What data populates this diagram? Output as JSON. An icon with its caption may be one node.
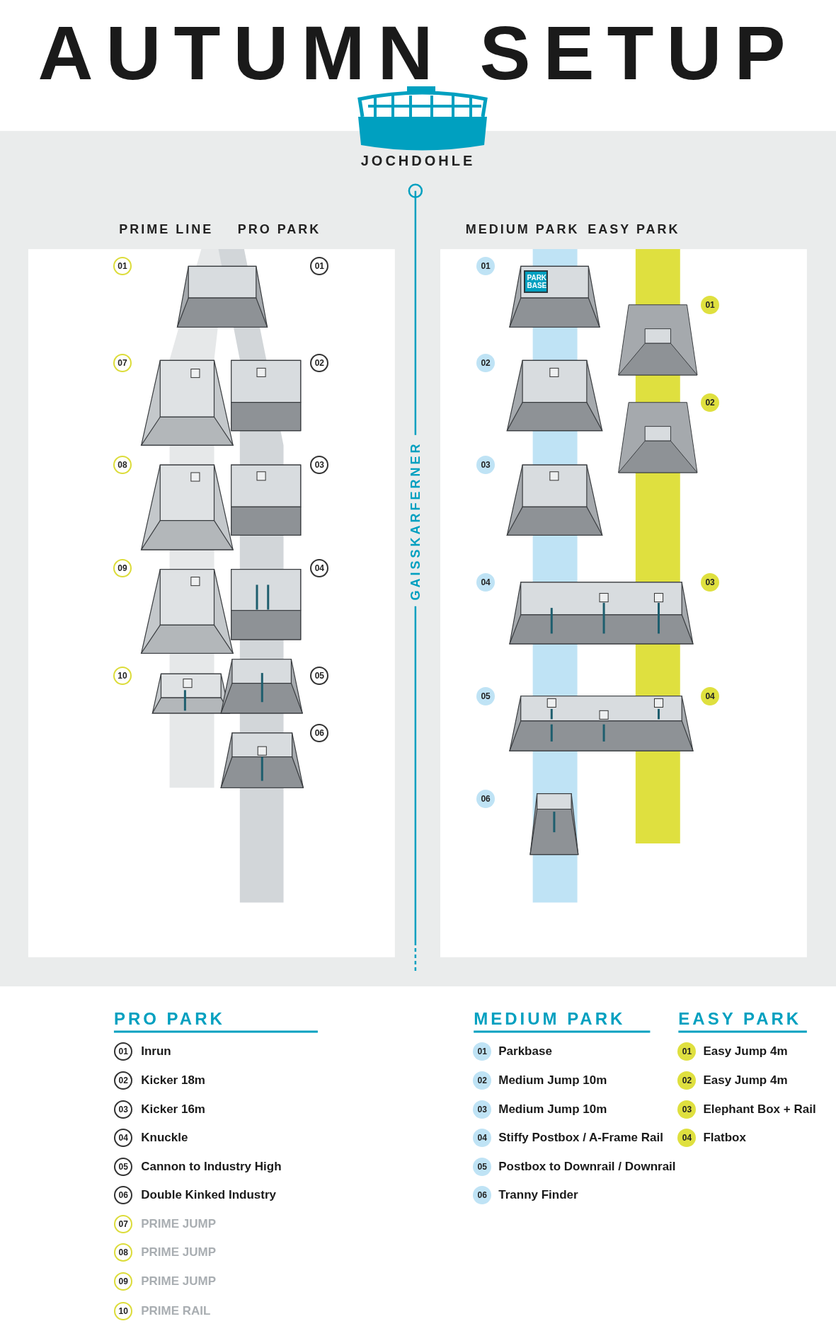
{
  "diagram": {
    "title": "AUTUMN SETUP",
    "nodes": [
      {
        "text": [
          "01"
        ]
      },
      {
        "text": [
          "01"
        ]
      },
      {
        "text": [
          "07"
        ]
      },
      {
        "text": [
          "02"
        ]
      },
      {
        "text": [
          "08"
        ]
      },
      {
        "text": [
          "03"
        ]
      },
      {
        "text": [
          "09"
        ]
      },
      {
        "text": [
          "04"
        ]
      },
      {
        "text": [
          "10"
        ]
      },
      {
        "text": [
          "05"
        ]
      },
      {
        "text": [
          "06"
        ]
      },
      {
        "text": [
          "01"
        ]
      },
      {
        "text": [
          "PARK BASE"
        ]
      },
      {
        "text": [
          "01"
        ]
      },
      {
        "text": [
          "02"
        ]
      },
      {
        "text": [
          "02"
        ]
      },
      {
        "text": [
          "03"
        ]
      },
      {
        "text": [
          "04"
        ]
      },
      {
        "text": [
          "03"
        ]
      },
      {
        "text": [
          "05"
        ]
      },
      {
        "text": [
          "04"
        ]
      },
      {
        "text": [
          "06"
        ]
      },
      {
        "text": [
          "01"
        ],
        "beside": [
          "Inrun"
        ]
      },
      {
        "text": [
          "02"
        ],
        "beside": [
          "Kicker 18m"
        ]
      },
      {
        "text": [
          "03"
        ],
        "beside": [
          "Kicker 16m"
        ]
      },
      {
        "text": [
          "04"
        ],
        "beside": [
          "Knuckle"
        ]
      },
      {
        "text": [
          "05"
        ],
        "beside": [
          "Cannon to Industry High"
        ]
      },
      {
        "text": [
          "06"
        ],
        "beside": [
          "Double Kinked Industry"
        ]
      },
      {
        "text": [
          "07"
        ],
        "beside": [
          "PRIME JUMP"
        ]
      },
      {
        "text": [
          "08"
        ],
        "beside": [
          "PRIME JUMP"
        ]
      },
      {
        "text": [
          "09"
        ],
        "beside": [
          "PRIME JUMP"
        ]
      },
      {
        "text": [
          "10"
        ],
        "beside": [
          "PRIME RAIL"
        ]
      },
      {
        "text": [
          "01"
        ],
        "beside": [
          "Parkbase"
        ]
      },
      {
        "text": [
          "02"
        ],
        "beside": [
          "Medium Jump 10m"
        ]
      },
      {
        "text": [
          "03"
        ],
        "beside": [
          "Medium Jump 10m"
        ]
      },
      {
        "text": [
          "04"
        ],
        "beside": [
          "Stiffy Postbox / A-Frame Rail"
        ]
      },
      {
        "text": [
          "05"
        ],
        "beside": [
          "Postbox to Downrail / Downrail"
        ]
      },
      {
        "text": [
          "06"
        ],
        "beside": [
          "Tranny Finder"
        ]
      },
      {
        "text": [
          "01"
        ],
        "beside": [
          "Easy Jump 4m"
        ]
      },
      {
        "text": [
          "02"
        ],
        "beside": [
          "Easy Jump 4m"
        ]
      },
      {
        "text": [
          "03"
        ],
        "beside": [
          "Elephant Box + Rail"
        ]
      },
      {
        "text": [
          "04"
        ],
        "beside": [
          "Flatbox"
        ]
      }
    ],
    "labels": [
      "JOCHDOHLE",
      "PRIME LINE",
      "PRO PARK",
      "MEDIUM PARK",
      "EASY PARK",
      "GAISSKARFERNER",
      "PRO PARK",
      "MEDIUM PARK",
      "EASY PARK"
    ]
  }
}
